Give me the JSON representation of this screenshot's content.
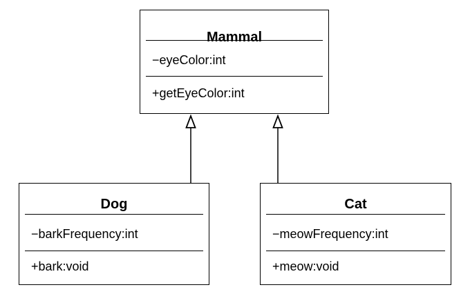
{
  "diagram": {
    "classes": {
      "mammal": {
        "name": "Mammal",
        "attribute": "−eyeColor:int",
        "method": "+getEyeColor:int"
      },
      "dog": {
        "name": "Dog",
        "attribute": "−barkFrequency:int",
        "method": "+bark:void"
      },
      "cat": {
        "name": "Cat",
        "attribute": "−meowFrequency:int",
        "method": "+meow:void"
      }
    },
    "relationships": [
      {
        "from": "Dog",
        "to": "Mammal",
        "type": "generalization"
      },
      {
        "from": "Cat",
        "to": "Mammal",
        "type": "generalization"
      }
    ],
    "colors": {
      "stroke": "#000000",
      "background": "#ffffff"
    }
  }
}
